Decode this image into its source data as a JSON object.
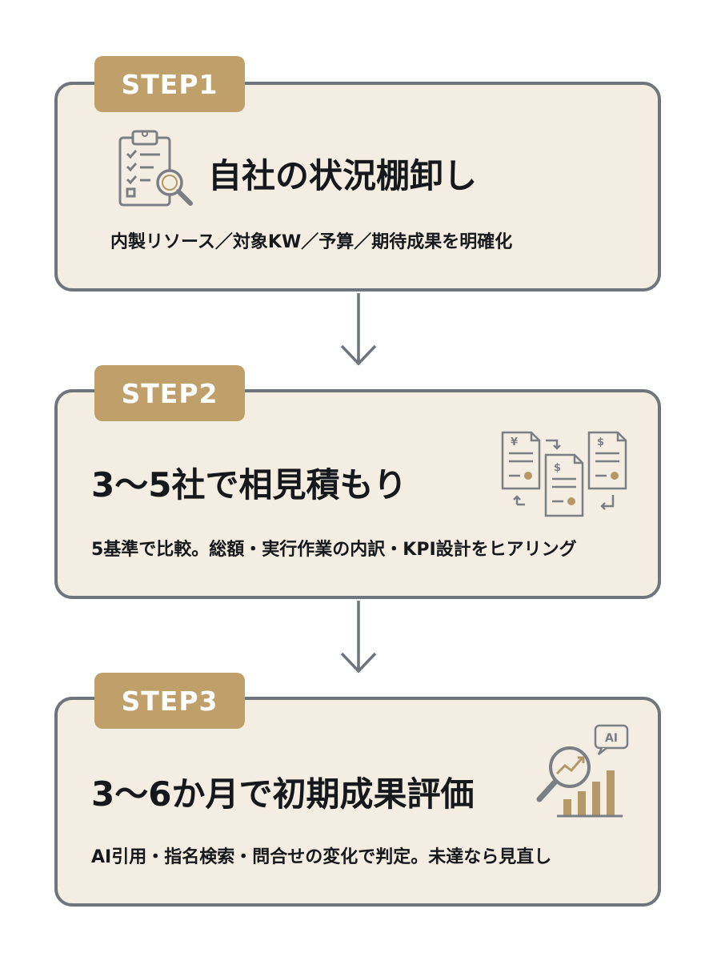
{
  "steps": [
    {
      "badge": "STEP1",
      "title": "自社の状況棚卸し",
      "description": "内製リソース／対象KW／予算／期待成果を明確化",
      "icon": "clipboard-checklist-magnifier-icon"
    },
    {
      "badge": "STEP2",
      "title": "3〜5社で相見積もり",
      "description": "5基準で比較。総額・実行作業の内訳・KPI設計をヒアリング",
      "icon": "quote-documents-exchange-icon"
    },
    {
      "badge": "STEP3",
      "title": "3〜6か月で初期成果評価",
      "description": "AI引用・指名検索・問合せの変化で判定。未達なら見直し",
      "icon": "ai-analytics-growth-icon",
      "icon_text": "AI"
    }
  ],
  "colors": {
    "badge": "#bfa06a",
    "card_background": "#f3eee1",
    "border": "#6e757d",
    "icon_line": "#7a7f86",
    "icon_accent": "#b5986a"
  }
}
